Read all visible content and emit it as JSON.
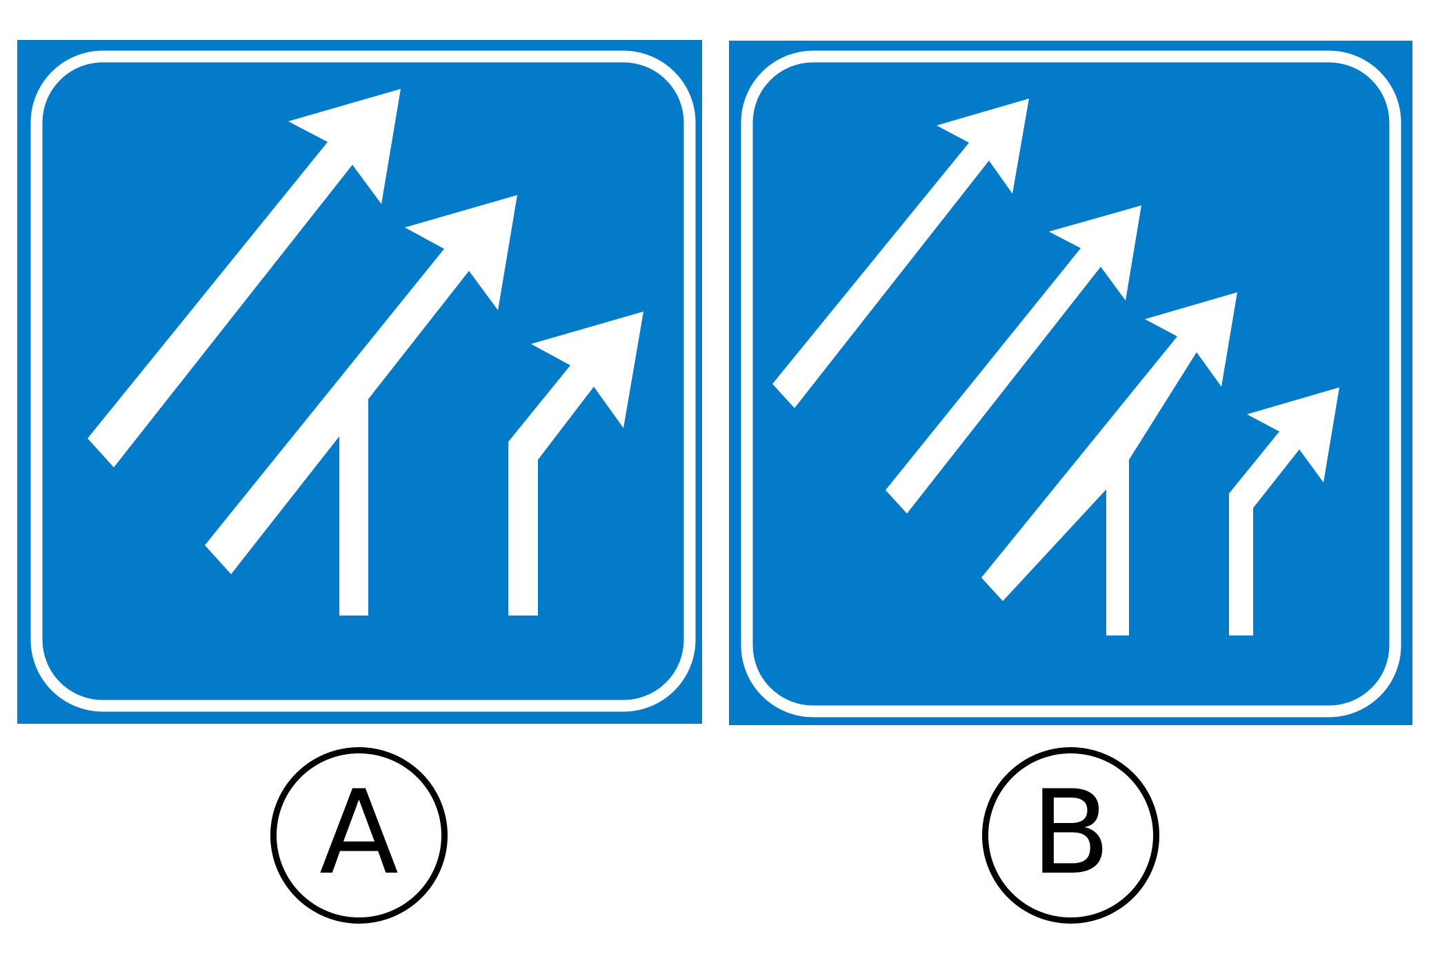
{
  "colors": {
    "sign_blue": "#037BC8",
    "sign_white": "#FFFFFF",
    "label_ring": "#000000"
  },
  "options": [
    {
      "label": "A",
      "sign": "lane-signal-three-arrows"
    },
    {
      "label": "B",
      "sign": "lane-signal-four-arrows"
    }
  ]
}
